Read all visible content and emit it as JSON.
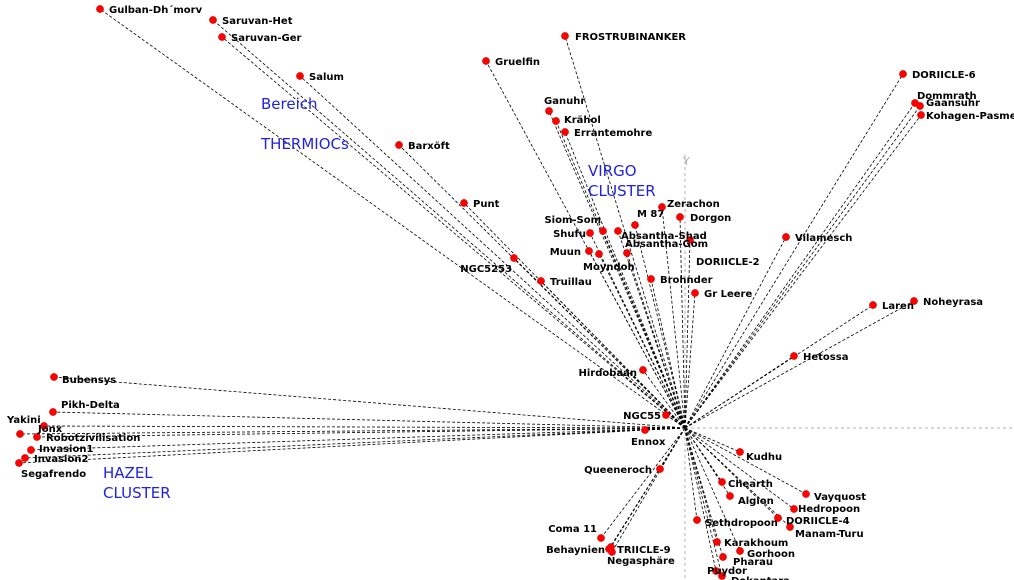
{
  "axis_label": "Y",
  "region_labels": {
    "bereich": "Bereich",
    "thermiocs": "THERMIOCs",
    "virgo_1": "VIRGO",
    "virgo_2": "CLUSTER",
    "hazel_1": "HAZEL",
    "hazel_2": "CLUSTER"
  },
  "systems": [
    "Gulban-Dh´morv",
    "Saruvan-Het",
    "Saruvan-Ger",
    "Salum",
    "Barxöft",
    "Punt",
    "NGC5253",
    "Truillau",
    "Gruelfin",
    "FROSTRUBINANKER",
    "Ganuhr",
    "Krähol",
    "Errantemohre",
    "Siom-Som",
    "Shufu",
    "Muun",
    "Moyndoh",
    "Absantha-Shad",
    "Absantha-Gom",
    "M 87",
    "Zerachon",
    "Dorgon",
    "DORIICLE-2",
    "Brohnder",
    "Gr Leere",
    "Vilamesch",
    "DORIICLE-6",
    "Dommrath",
    "Gaansuhr",
    "Kohagen-Pasmere",
    "Laren",
    "Noheyrasa",
    "Hetossa",
    "Hirdobaan",
    "NGC55",
    "Ennox",
    "Bubensys",
    "Pikh-Delta",
    "Yakini",
    "Jonx",
    "Robotzivilisation",
    "Invasion1",
    "Invasion2",
    "Segafrendo",
    "Queeneroch",
    "Coma 11",
    "Behaynien",
    "TRIICLE-9",
    "Negasphäre",
    "Kudhu",
    "Chearth",
    "Algion",
    "Vayquost",
    "Hedropoon",
    "DORIICLE-4",
    "Manam-Turu",
    "Sethdropoon",
    "Karakhoum",
    "Gorhoon",
    "Pharau",
    "Puydor",
    "Dokantara"
  ]
}
